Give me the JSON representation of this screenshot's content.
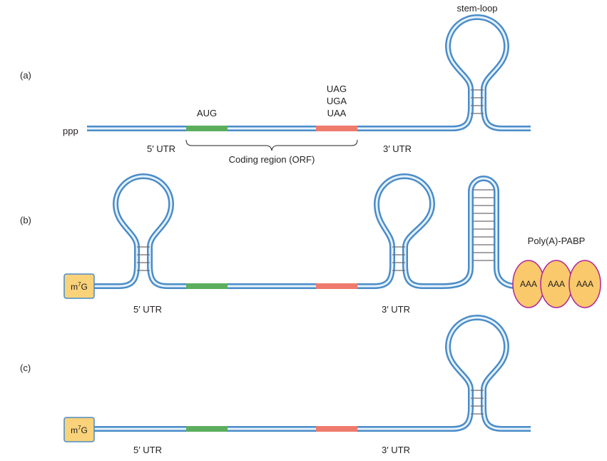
{
  "colors": {
    "rna_outer": "#4a8cc8",
    "rna_inner": "#e6f2fb",
    "start_codon": "#5cae5e",
    "stop_codon": "#ef7b6c",
    "cap_fill": "#f9d27a",
    "cap_stroke": "#4a8cc8",
    "pabp_fill": "#f9c96b",
    "pabp_stroke": "#b0259a",
    "rung": "#6d6e71"
  },
  "panel_a": {
    "label": "(a)",
    "five_end": "ppp",
    "start_codon": "AUG",
    "stop_codons": [
      "UAG",
      "UGA",
      "UAA"
    ],
    "stem_loop_label": "stem-loop",
    "utr5_label": "5′ UTR",
    "utr3_label": "3′ UTR",
    "orf_label": "Coding region (ORF)"
  },
  "panel_b": {
    "label": "(b)",
    "cap": {
      "base": "m",
      "sup": "7",
      "tail": "G"
    },
    "utr5_label": "5′ UTR",
    "utr3_label": "3′ UTR",
    "polya_label": "Poly(A)-PABP",
    "pabp": [
      "AAA",
      "AAA",
      "AAA"
    ]
  },
  "panel_c": {
    "label": "(c)",
    "cap": {
      "base": "m",
      "sup": "7",
      "tail": "G"
    },
    "utr5_label": "5′ UTR",
    "utr3_label": "3′ UTR"
  }
}
